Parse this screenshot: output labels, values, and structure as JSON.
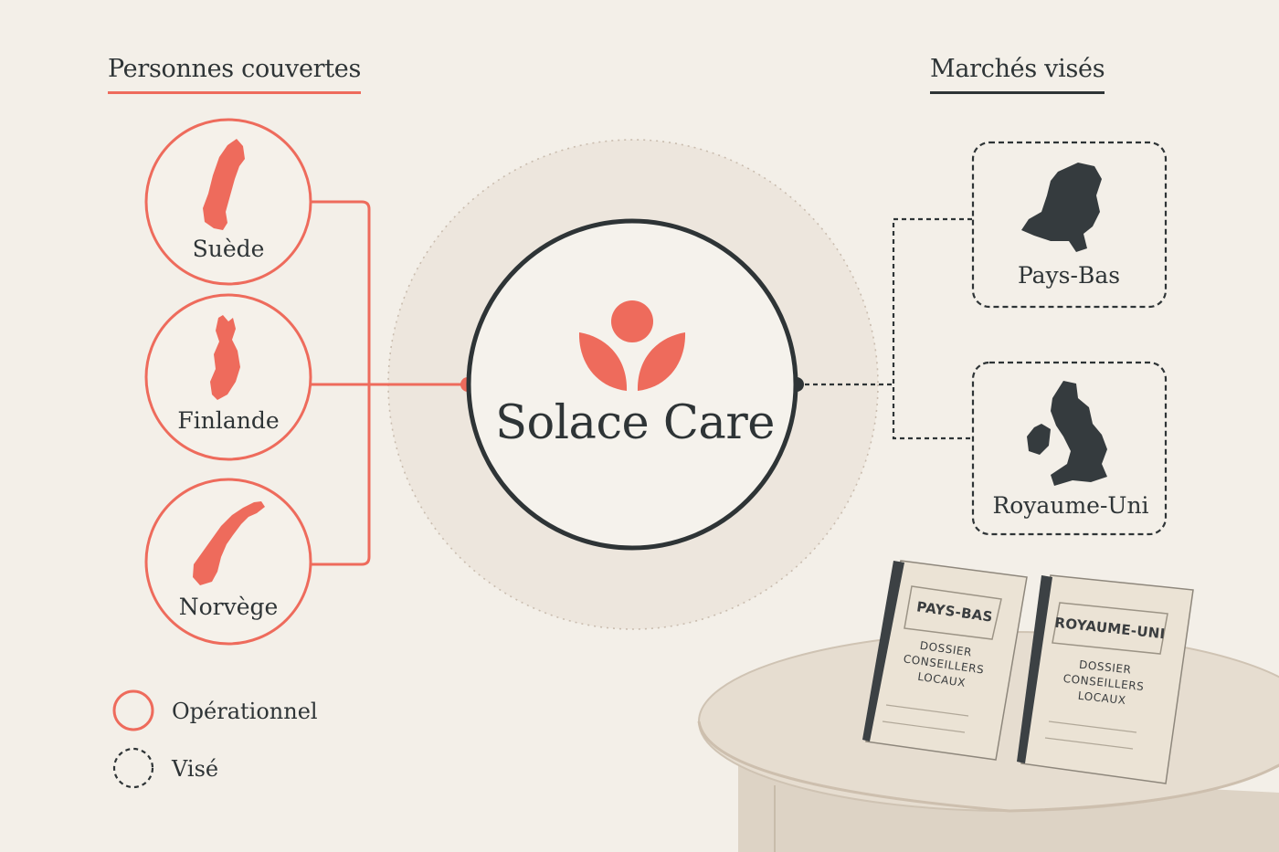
{
  "left_panel": {
    "heading": "Personnes couvertes",
    "countries": [
      {
        "name": "Suède",
        "icon": "sweden-map-icon"
      },
      {
        "name": "Finlande",
        "icon": "finland-map-icon"
      },
      {
        "name": "Norvège",
        "icon": "norway-map-icon"
      }
    ]
  },
  "center": {
    "brand": "Solace Care",
    "logo_icon": "lotus-logo-icon"
  },
  "right_panel": {
    "heading": "Marchés visés",
    "markets": [
      {
        "name": "Pays-Bas",
        "icon": "netherlands-map-icon"
      },
      {
        "name": "Royaume-Uni",
        "icon": "uk-map-icon"
      }
    ]
  },
  "legend": {
    "operational": "Opérationnel",
    "targeted": "Visé"
  },
  "binders": [
    {
      "title": "PAYS-BAS",
      "body": [
        "DOSSIER",
        "CONSEILLERS",
        "LOCAUX"
      ]
    },
    {
      "title": "ROYAUME-UNI",
      "body": [
        "DOSSIER",
        "CONSEILLERS",
        "LOCAUX"
      ]
    }
  ],
  "colors": {
    "accent": "#ee6b5c",
    "dark": "#2e3436",
    "background": "#f3efe8"
  }
}
